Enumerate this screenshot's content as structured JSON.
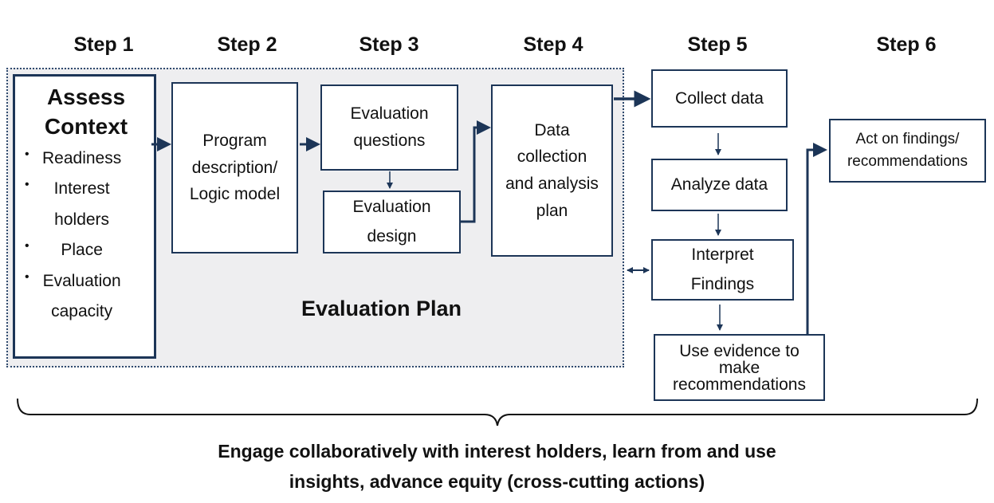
{
  "steps": [
    "Step 1",
    "Step 2",
    "Step 3",
    "Step 4",
    "Step 5",
    "Step 6"
  ],
  "assess_context": {
    "title": "Assess\nContext",
    "items": [
      "Readiness",
      "Interest\nholders",
      "Place",
      "Evaluation\ncapacity"
    ]
  },
  "boxes": {
    "program_description": "Program\ndescription/\nLogic model",
    "evaluation_questions": "Evaluation\nquestions",
    "evaluation_design": "Evaluation\ndesign",
    "data_collection": "Data\ncollection\nand analysis\nplan",
    "collect_data": "Collect data",
    "analyze_data": "Analyze data",
    "interpret_findings": "Interpret\nFindings",
    "use_evidence": "Use evidence to\nmake\nrecommendations",
    "act_on_findings": "Act on findings/\nrecommendations"
  },
  "evaluation_plan_label": "Evaluation Plan",
  "cross_cutting": {
    "line1": "Engage collaboratively with interest holders, learn from and use",
    "line2": "insights, advance equity (cross-cutting actions)"
  },
  "colors": {
    "navy": "#1c3557",
    "plan_fill": "#eeeef0"
  }
}
